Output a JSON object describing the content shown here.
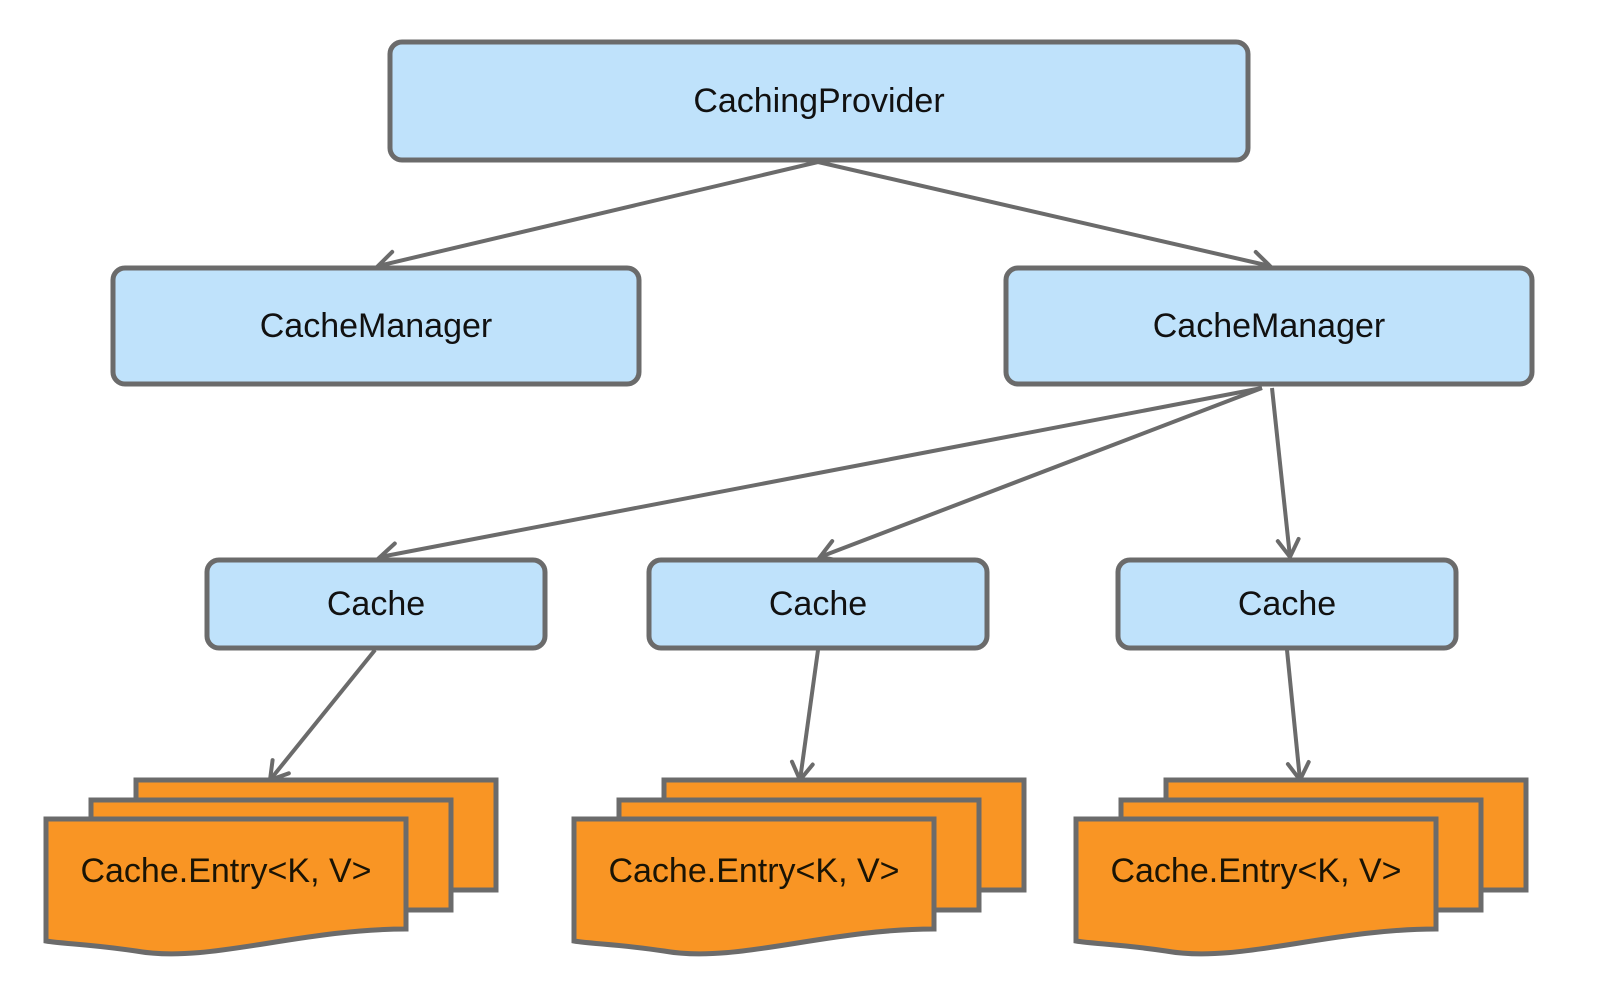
{
  "diagram": {
    "title": "",
    "colors": {
      "node_fill": "#bfe2fb",
      "entry_fill": "#f99524",
      "stroke": "#6b6b6b",
      "text": "#111111"
    },
    "nodes": [
      {
        "id": "caching-provider",
        "label": "CachingProvider",
        "type": "box"
      },
      {
        "id": "cache-manager-1",
        "label": "CacheManager",
        "type": "box"
      },
      {
        "id": "cache-manager-2",
        "label": "CacheManager",
        "type": "box"
      },
      {
        "id": "cache-1",
        "label": "Cache",
        "type": "box"
      },
      {
        "id": "cache-2",
        "label": "Cache",
        "type": "box"
      },
      {
        "id": "cache-3",
        "label": "Cache",
        "type": "box"
      },
      {
        "id": "entries-1",
        "label": "Cache.Entry<K, V>",
        "type": "multi-document"
      },
      {
        "id": "entries-2",
        "label": "Cache.Entry<K, V>",
        "type": "multi-document"
      },
      {
        "id": "entries-3",
        "label": "Cache.Entry<K, V>",
        "type": "multi-document"
      }
    ],
    "edges": [
      {
        "from": "caching-provider",
        "to": "cache-manager-1"
      },
      {
        "from": "caching-provider",
        "to": "cache-manager-2"
      },
      {
        "from": "cache-manager-2",
        "to": "cache-1"
      },
      {
        "from": "cache-manager-2",
        "to": "cache-2"
      },
      {
        "from": "cache-manager-2",
        "to": "cache-3"
      },
      {
        "from": "cache-1",
        "to": "entries-1"
      },
      {
        "from": "cache-2",
        "to": "entries-2"
      },
      {
        "from": "cache-3",
        "to": "entries-3"
      }
    ]
  }
}
